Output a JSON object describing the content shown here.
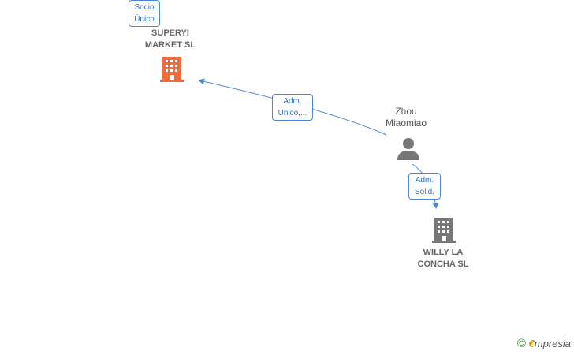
{
  "edges": {
    "socio_unico": [
      "Socio",
      "Único"
    ],
    "adm_unico": [
      "Adm.",
      "Unico,..."
    ],
    "adm_solid": [
      "Adm.",
      "Solid."
    ]
  },
  "nodes": {
    "superyi": {
      "name": [
        "SUPERYI",
        "MARKET  SL"
      ],
      "icon": "building-icon",
      "color": "#f26b38"
    },
    "zhou": {
      "name": [
        "Zhou",
        "Miaomiao"
      ],
      "icon": "person-icon",
      "color": "#777777"
    },
    "willy": {
      "name": [
        "WILLY LA",
        "CONCHA  SL"
      ],
      "icon": "building-icon",
      "color": "#777777"
    }
  },
  "brand": {
    "symbol": "©",
    "e": "€",
    "rest": "mpresia"
  },
  "colors": {
    "link": "#4a87d6"
  }
}
